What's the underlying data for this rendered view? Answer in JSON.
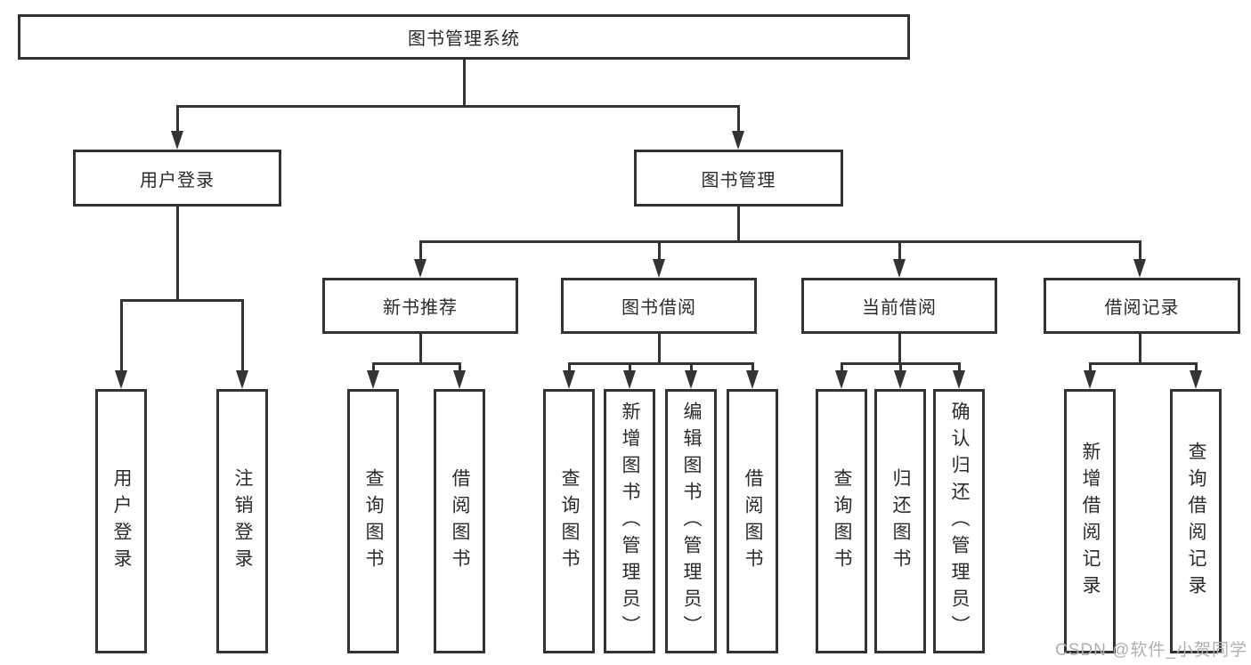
{
  "diagram": {
    "type": "hierarchy-tree",
    "root": {
      "label": "图书管理系统",
      "children": [
        {
          "label": "用户登录",
          "children": [
            {
              "label": "用户登录"
            },
            {
              "label": "注销登录"
            }
          ]
        },
        {
          "label": "图书管理",
          "children": [
            {
              "label": "新书推荐",
              "children": [
                {
                  "label": "查询图书"
                },
                {
                  "label": "借阅图书"
                }
              ]
            },
            {
              "label": "图书借阅",
              "children": [
                {
                  "label": "查询图书"
                },
                {
                  "label": "新增图书（管理员）"
                },
                {
                  "label": "编辑图书（管理员）"
                },
                {
                  "label": "借阅图书"
                }
              ]
            },
            {
              "label": "当前借阅",
              "children": [
                {
                  "label": "查询图书"
                },
                {
                  "label": "归还图书"
                },
                {
                  "label": "确认归还（管理员）"
                }
              ]
            },
            {
              "label": "借阅记录",
              "children": [
                {
                  "label": "新增借阅记录"
                },
                {
                  "label": "查询借阅记录"
                }
              ]
            }
          ]
        }
      ]
    },
    "colors": {
      "line": "#333333",
      "box_border": "#333333",
      "box_background": "#ffffff",
      "text": "#2b2b2b"
    }
  },
  "watermark": {
    "text": "CSDN @软件_小贺同学",
    "color": "#b4aeae"
  }
}
